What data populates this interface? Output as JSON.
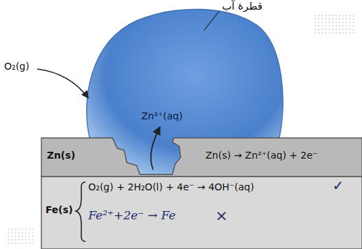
{
  "diagram": {
    "nodes": [
      {
        "text": [
          "Zn²⁺(aq)"
        ]
      },
      {
        "text": [
          "Zn(s)",
          "Zn(s) → Zn²⁺(aq) + 2e⁻"
        ]
      },
      {
        "text": [
          "Fe(s)",
          "O₂(g) + 2H₂O(l) + 4e⁻ → 4OH⁻(aq)",
          "Fe²⁺+2e⁻ → Fe"
        ]
      }
    ],
    "labels": [
      "قطرهٔ آب",
      "O₂(g)",
      "✓",
      "×"
    ]
  }
}
